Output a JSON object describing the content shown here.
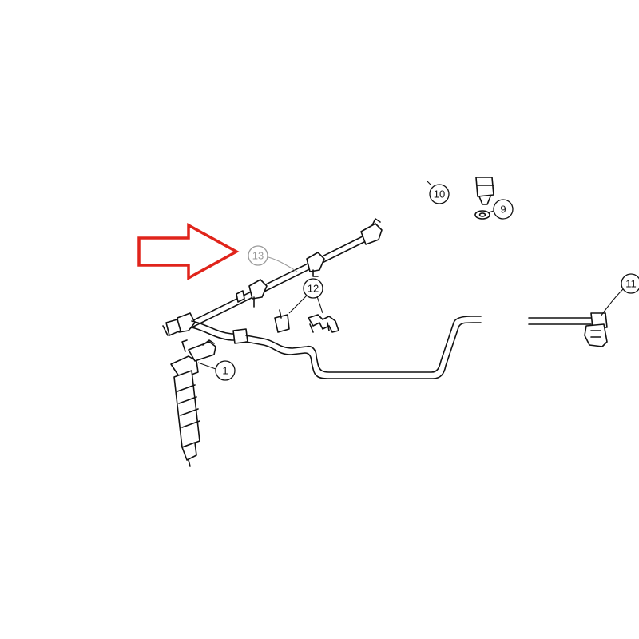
{
  "callouts": {
    "c1": "1",
    "c9": "9",
    "c10": "10",
    "c11": "11",
    "c12": "12",
    "c13": "13"
  },
  "highlight": {
    "arrow_color": "#e0241b",
    "faded_color": "#9a9a9a",
    "highlighted_callout": "13"
  }
}
